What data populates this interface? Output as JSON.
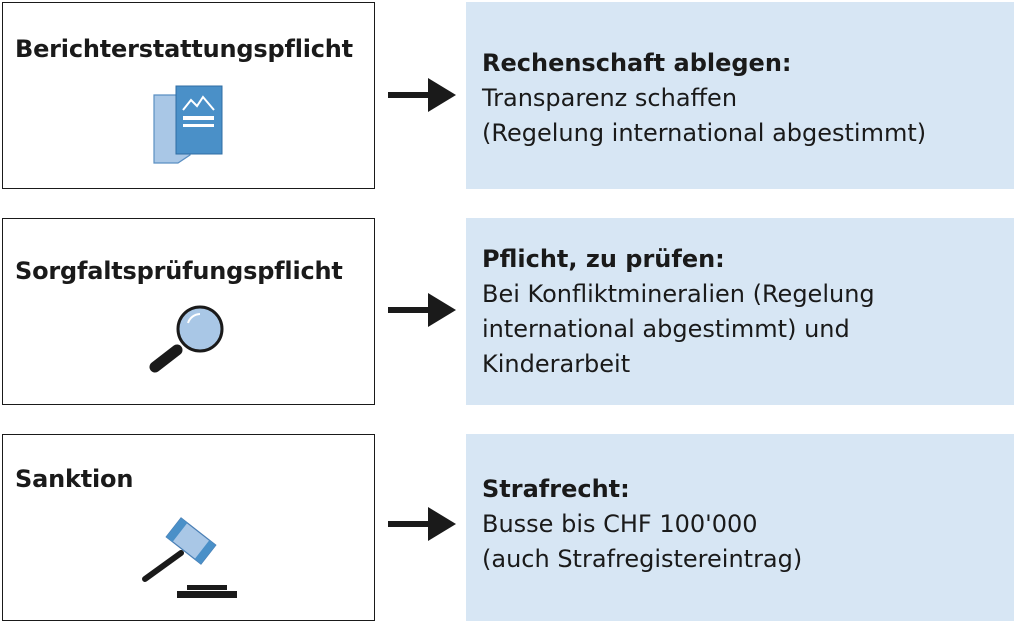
{
  "rows": [
    {
      "left": {
        "title": "Berichterstattungspflicht",
        "icon": "document-icon"
      },
      "right": {
        "title": "Rechenschaft ablegen:",
        "lines": [
          "Transparenz schaffen",
          "(Regelung international abgestimmt)"
        ]
      }
    },
    {
      "left": {
        "title": "Sorgfaltsprüfungspflicht",
        "icon": "magnifier-icon"
      },
      "right": {
        "title": "Pflicht, zu prüfen:",
        "lines": [
          "Bei Konfliktmineralien (Regelung",
          "international abgestimmt) und",
          "Kinderarbeit"
        ]
      }
    },
    {
      "left": {
        "title": "Sanktion",
        "icon": "gavel-icon"
      },
      "right": {
        "title": "Strafrecht:",
        "lines": [
          "Busse bis CHF 100'000",
          "(auch Strafregistereintrag)"
        ]
      }
    }
  ],
  "colors": {
    "panel_fill": "#d7e6f4",
    "icon_blue": "#4a90c8",
    "icon_light_blue": "#a9c7e6",
    "line": "#1a1a1a"
  }
}
